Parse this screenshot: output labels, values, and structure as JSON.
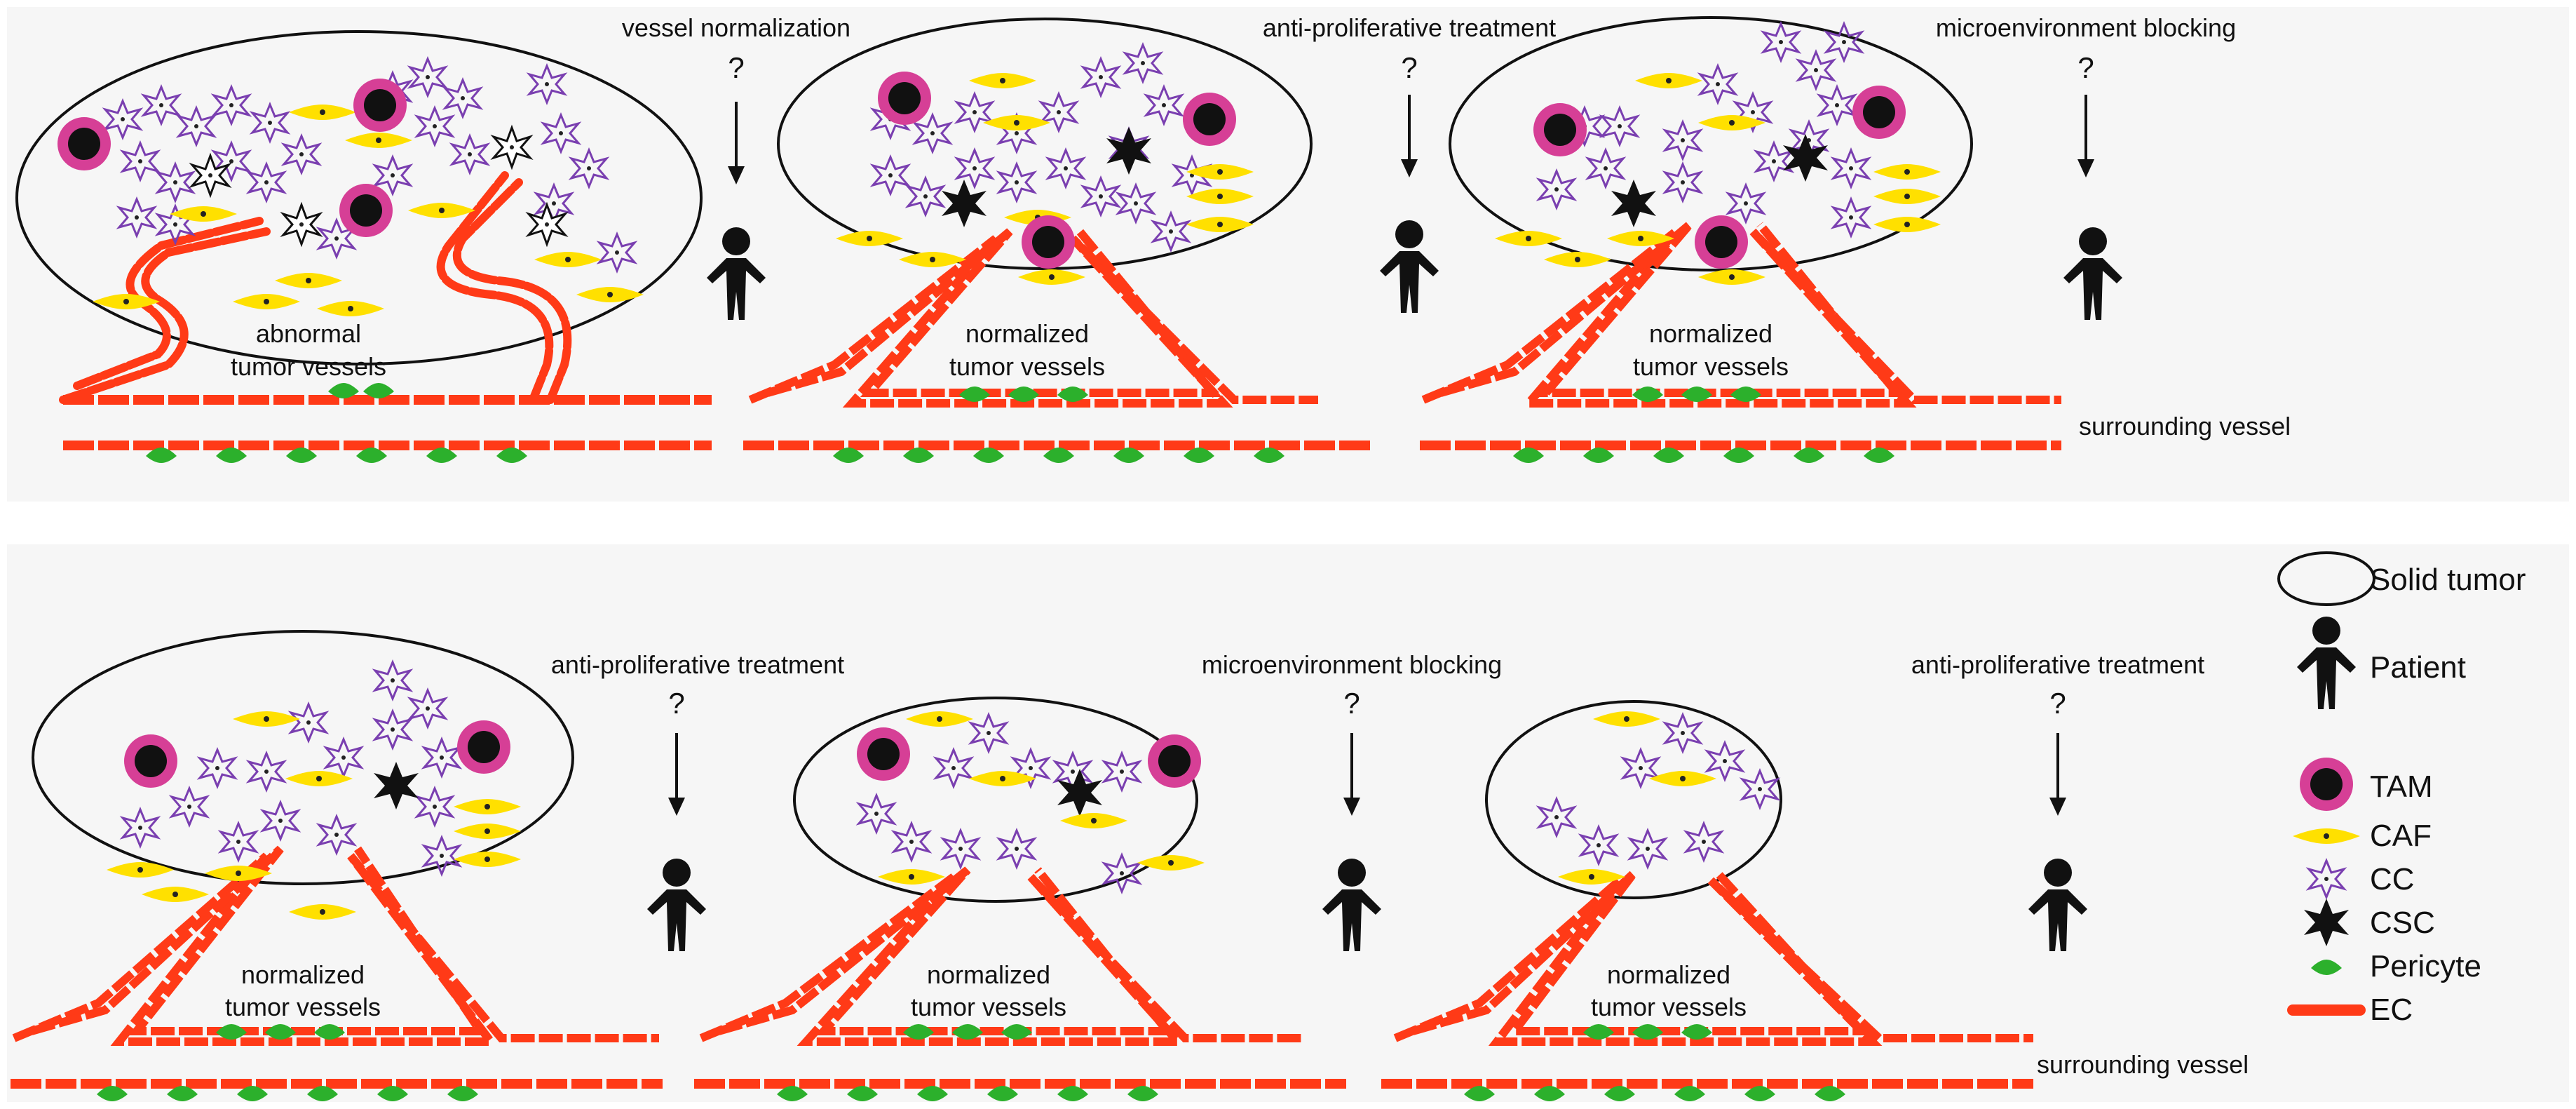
{
  "top_row": {
    "labels": {
      "step1": "vessel normalization",
      "step2": "anti-proliferative treatment",
      "step3": "microenvironment blocking",
      "question": "?"
    },
    "vessels": {
      "abnormal_1": "abnormal",
      "abnormal_2": "tumor vessels",
      "normalized_1": "normalized",
      "normalized_2": "tumor vessels",
      "surrounding": "surrounding vessel"
    }
  },
  "bottom_row": {
    "labels": {
      "step1": "anti-proliferative treatment",
      "step2": "microenvironment blocking",
      "step3": "anti-proliferative treatment",
      "question": "?"
    },
    "vessels": {
      "normalized_1": "normalized",
      "normalized_2": "tumor vessels",
      "surrounding": "surrounding vessel"
    }
  },
  "legend": {
    "items": [
      {
        "label": "Solid tumor",
        "icon": "ellipse-icon"
      },
      {
        "label": "Patient",
        "icon": "person-icon"
      },
      {
        "label": "TAM",
        "icon": "macrophage-icon",
        "color": "#d63f96"
      },
      {
        "label": "CAF",
        "icon": "fibroblast-icon",
        "color": "#ffe000"
      },
      {
        "label": "CC",
        "icon": "cancer-cell-icon",
        "color": "#7a3fb0"
      },
      {
        "label": "CSC",
        "icon": "stem-cell-icon",
        "color": "#111111"
      },
      {
        "label": "Pericyte",
        "icon": "pericyte-icon",
        "color": "#2cb02c"
      },
      {
        "label": "EC",
        "icon": "endothelial-icon",
        "color": "#ff3a17"
      }
    ]
  },
  "colors": {
    "panel_bg": "#f6f6f6",
    "endothelial": "#ff3a17",
    "pericyte": "#2cb02c",
    "caf": "#ffe000",
    "tam": "#d63f96",
    "cancer_cell": "#7a3fb0",
    "csc": "#111111"
  }
}
